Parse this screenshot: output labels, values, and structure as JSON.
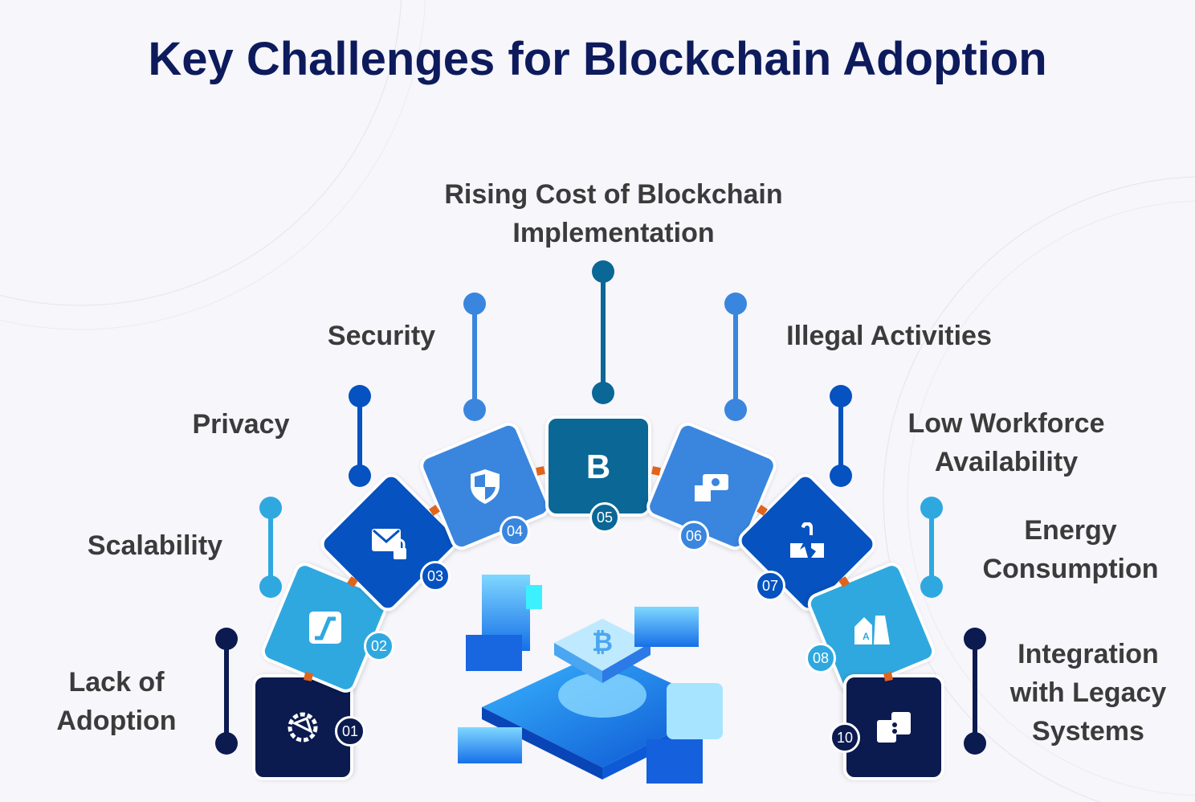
{
  "title": "Key Challenges for Blockchain Adoption",
  "colors": {
    "navy": "#0b1a4f",
    "light": "#2fa8df",
    "blue": "#0552c0",
    "mid": "#3a86de",
    "teal": "#0a6796",
    "connector": "#e0641c"
  },
  "challenges": [
    {
      "number": "01",
      "label_lines": [
        "Lack of",
        "Adoption"
      ],
      "icon": "network-gear-icon",
      "color": "#0b1a4f"
    },
    {
      "number": "02",
      "label_lines": [
        "Scalability"
      ],
      "icon": "scale-curve-icon",
      "color": "#2fa8df"
    },
    {
      "number": "03",
      "label_lines": [
        "Privacy"
      ],
      "icon": "mail-lock-icon",
      "color": "#0552c0"
    },
    {
      "number": "04",
      "label_lines": [
        "Security"
      ],
      "icon": "shield-icon",
      "color": "#3a86de"
    },
    {
      "number": "05",
      "label_lines": [
        "Rising Cost of Blockchain",
        "Implementation"
      ],
      "icon": "bitcoin-icon",
      "color": "#0a6796"
    },
    {
      "number": "06",
      "label_lines": [
        "Illegal Activities"
      ],
      "icon": "money-hand-icon",
      "color": "#3a86de"
    },
    {
      "number": "07",
      "label_lines": [
        "Low Workforce",
        "Availability"
      ],
      "icon": "broken-faucet-icon",
      "color": "#0552c0"
    },
    {
      "number": "08",
      "label_lines": [
        "Energy",
        "Consumption"
      ],
      "icon": "house-energy-icon",
      "color": "#2fa8df"
    },
    {
      "number": "10",
      "label_lines": [
        "Integration",
        "with Legacy",
        "Systems"
      ],
      "icon": "legacy-puzzle-icon",
      "color": "#0b1a4f"
    }
  ]
}
